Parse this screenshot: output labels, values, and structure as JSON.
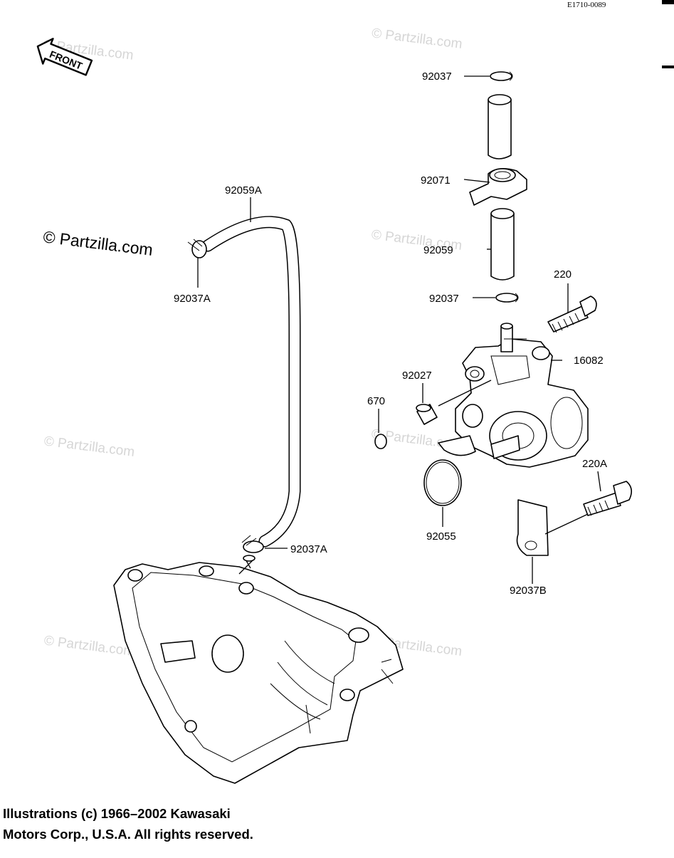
{
  "diagram_code": "E1710-0089",
  "front_label": "FRONT",
  "watermark": "© Partzilla.com",
  "watermark_text": "Partzilla.com",
  "copyright": {
    "line1": "Illustrations (c) 1966–2002 Kawasaki",
    "line2": "Motors Corp., U.S.A.  All rights reserved."
  },
  "callouts": {
    "clamp_top": "92037",
    "damper": "92071",
    "tube_lower": "92059",
    "clamp_mid": "92037",
    "bolt": "220",
    "pump": "16082",
    "collar": "92027",
    "oring_small": "670",
    "oring_large": "92055",
    "bolt_a": "220A",
    "bracket": "92037B",
    "hose": "92059A",
    "hose_clamp_upper": "92037A",
    "hose_clamp_lower": "92037A"
  }
}
